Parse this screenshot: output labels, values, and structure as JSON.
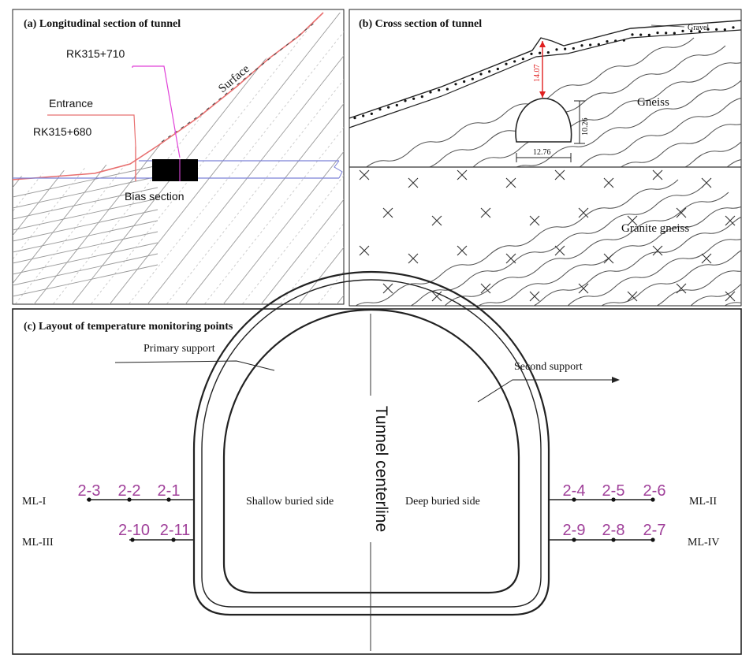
{
  "panel_a": {
    "title": "(a) Longitudinal section of tunnel",
    "station_upper": "RK315+710",
    "entrance_label": "Entrance",
    "station_lower": "RK315+680",
    "surface_label": "Surface",
    "bias_label": "Bias section"
  },
  "panel_b": {
    "title": "(b) Cross section of tunnel",
    "gravel_label": "Gravel",
    "cover_depth": "14.07",
    "height": "10.26",
    "width": "12.76",
    "upper_rock": "Gneiss",
    "lower_rock": "Granite gneiss"
  },
  "panel_c": {
    "title": "(c) Layout of temperature monitoring points",
    "primary_support": "Primary support",
    "second_support": "Second support",
    "centerline": "Tunnel centerline",
    "shallow_side": "Shallow buried side",
    "deep_side": "Deep buried side",
    "lines": [
      {
        "name": "ML-I",
        "points": [
          "2-3",
          "2-2",
          "2-1"
        ]
      },
      {
        "name": "ML-III",
        "points": [
          "2-10",
          "2-11"
        ]
      },
      {
        "name": "ML-II",
        "points": [
          "2-4",
          "2-5",
          "2-6"
        ]
      },
      {
        "name": "ML-IV",
        "points": [
          "2-9",
          "2-8",
          "2-7"
        ]
      }
    ]
  },
  "colors": {
    "point_label": "#a0409a",
    "leader_pink": "#e040d8",
    "surface_red": "#e87070",
    "tunnel_blue": "#7c82d8",
    "dim_red": "#e02020"
  }
}
